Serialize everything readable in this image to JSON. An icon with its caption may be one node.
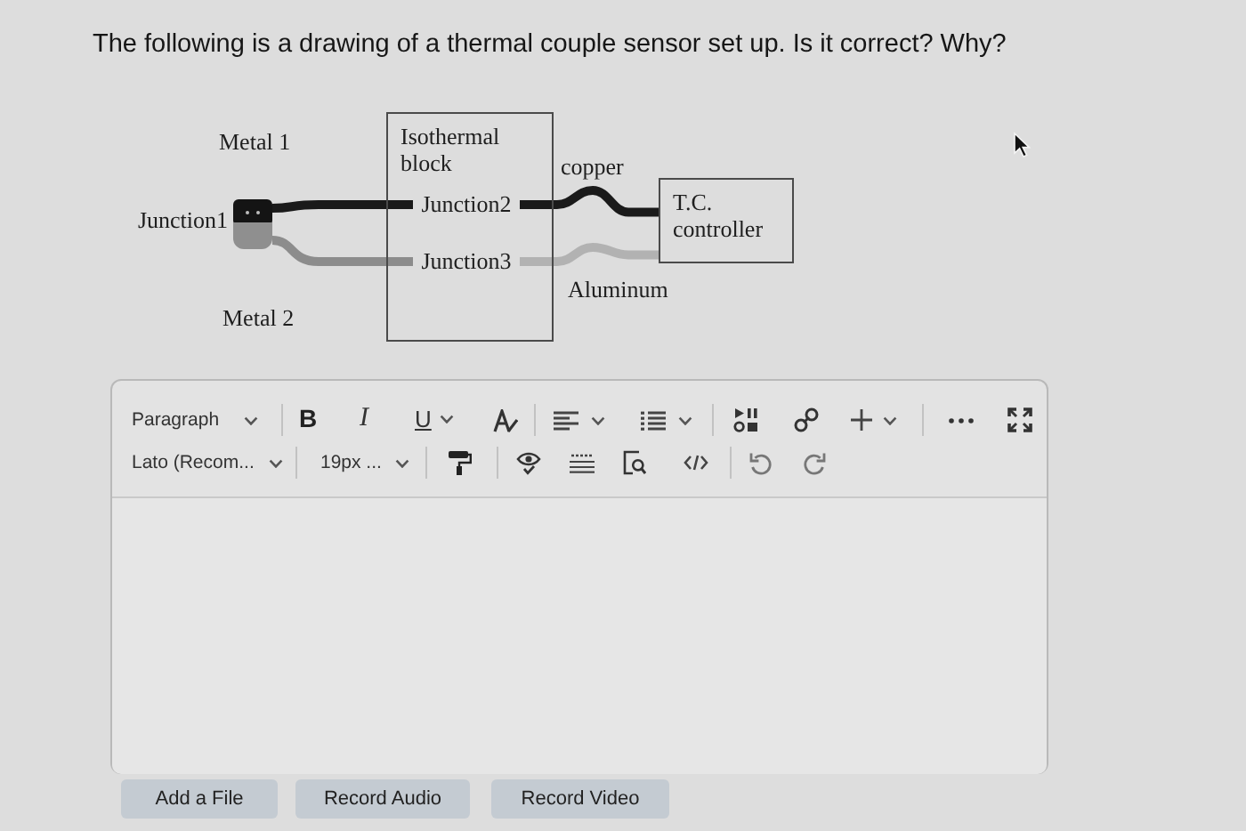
{
  "diagram": {
    "title": "The following is a drawing of a thermal couple sensor set up. Is it correct? Why?",
    "nodes": [
      {
        "text": [],
        "shape": "box",
        "beside": [
          "Junction1"
        ]
      },
      {
        "text": [
          "Isothermal block"
        ]
      },
      {
        "text": [
          "Junction2"
        ],
        "in": 1
      },
      {
        "text": [
          "Junction3"
        ],
        "in": 1
      },
      {
        "text": [
          "T.C. controller"
        ]
      }
    ],
    "edges": [
      {
        "from": 0,
        "to": 2,
        "arrow": "none",
        "label": "Metal 1",
        "color": "#1a1a1a"
      },
      {
        "from": 2,
        "to": 4,
        "arrow": "none",
        "label": "copper",
        "color": "#1a1a1a"
      },
      {
        "from": 0,
        "to": 3,
        "arrow": "none",
        "label": "Metal 2",
        "color": "#8c8c8c"
      },
      {
        "from": 3,
        "to": 4,
        "arrow": "none",
        "label": "Aluminum",
        "color": "#b2b2b2"
      }
    ],
    "labels": [
      "Paragraph",
      "B",
      "I",
      "U",
      "Lato (Recom...",
      "19px ...",
      "Add a File",
      "Record Audio",
      "Record Video"
    ]
  }
}
